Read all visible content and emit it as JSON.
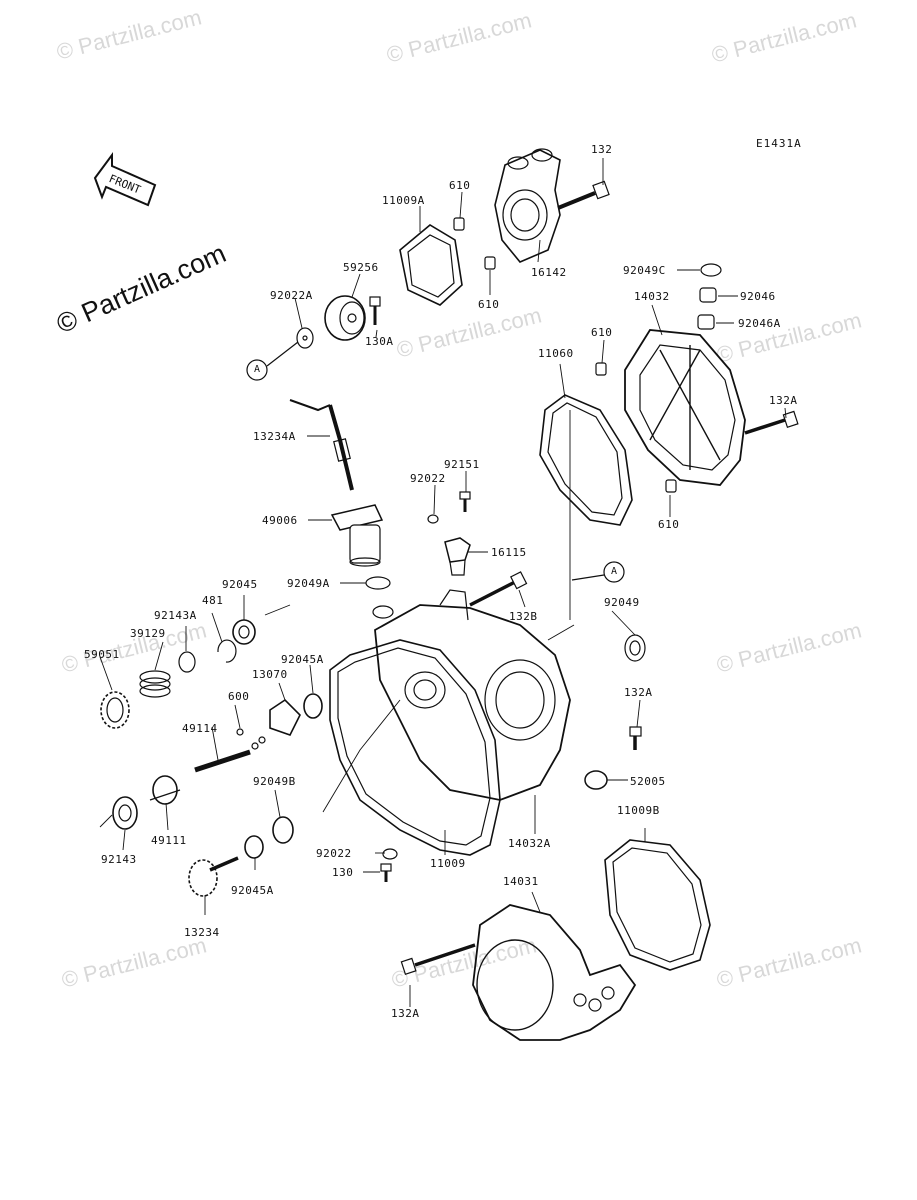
{
  "watermark": "© Partzilla.com",
  "brand": "© Partzilla.com",
  "diagram_code": "E1431A",
  "front_label": "FRONT",
  "labels": {
    "l132": "132",
    "l610a": "610",
    "l11009A": "11009A",
    "l16142": "16142",
    "l610b": "610",
    "l59256": "59256",
    "l92022A": "92022A",
    "l130A": "130A",
    "lA1": "A",
    "l92049C": "92049C",
    "l92046": "92046",
    "l14032": "14032",
    "l92046A": "92046A",
    "l610c": "610",
    "l11060": "11060",
    "l132Aa": "132A",
    "l610d": "610",
    "l13234A": "13234A",
    "l92151": "92151",
    "l92022a": "92022",
    "l49006": "49006",
    "l16115": "16115",
    "l92049A": "92049A",
    "lA2": "A",
    "l132B": "132B",
    "l92045": "92045",
    "l481": "481",
    "l92143A": "92143A",
    "l39129": "39129",
    "l92049": "92049",
    "l59051": "59051",
    "l13070": "13070",
    "l92045Aa": "92045A",
    "l600": "600",
    "l132Ab": "132A",
    "l49114": "49114",
    "l52005": "52005",
    "l92049B": "92049B",
    "l11009B": "11009B",
    "l49111": "49111",
    "l14032A": "14032A",
    "l92143": "92143",
    "l92022b": "92022",
    "l11009": "11009",
    "l130": "130",
    "l14031": "14031",
    "l92045Ab": "92045A",
    "l13234": "13234",
    "l132Ac": "132A"
  }
}
